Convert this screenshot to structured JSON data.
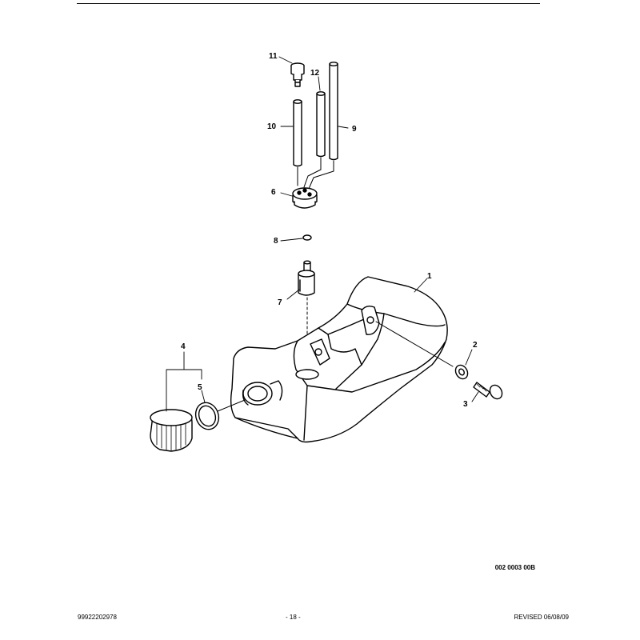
{
  "figure": {
    "code": "002 0003 00B",
    "callouts": {
      "c1": "1",
      "c2": "2",
      "c3": "3",
      "c4": "4",
      "c5": "5",
      "c6": "6",
      "c7": "7",
      "c8": "8",
      "c9": "9",
      "c10": "10",
      "c11": "11",
      "c12": "12"
    }
  },
  "footer": {
    "part_number": "99922202978",
    "page": "- 18 -",
    "revised": "REVISED 06/08/09"
  },
  "colors": {
    "line": "#000000",
    "paper": "#ffffff"
  }
}
